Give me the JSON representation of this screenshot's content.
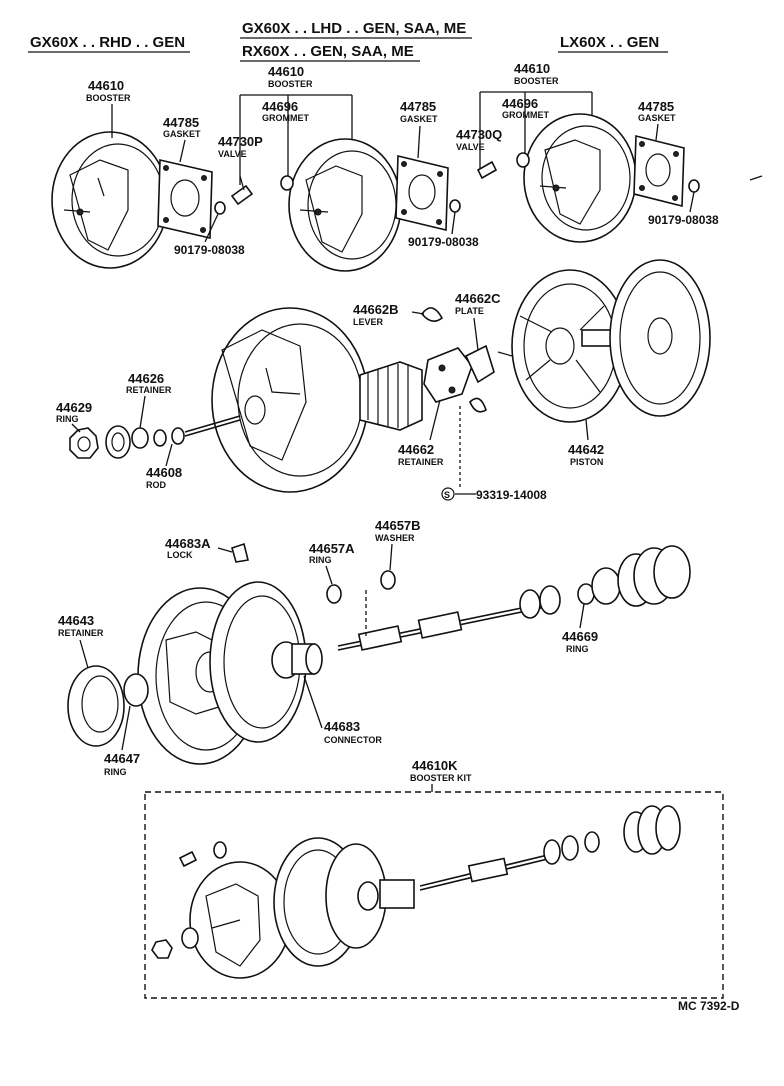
{
  "headers": {
    "rhd": "GX60X . . RHD . . GEN",
    "lhd": "GX60X . . LHD . . GEN, SAA, ME",
    "rx": "RX60X . . GEN, SAA, ME",
    "lx": "LX60X . . GEN"
  },
  "parts": [
    {
      "num": "44610",
      "name": "BOOSTER"
    },
    {
      "num": "44785",
      "name": "GASKET"
    },
    {
      "num": "44730P",
      "name": "VALVE"
    },
    {
      "num": "44610",
      "name": "BOOSTER"
    },
    {
      "num": "44696",
      "name": "GROMMET"
    },
    {
      "num": "44785",
      "name": "GASKET"
    },
    {
      "num": "44610",
      "name": "BOOSTER"
    },
    {
      "num": "44696",
      "name": "GROMMET"
    },
    {
      "num": "44730Q",
      "name": "VALVE"
    },
    {
      "num": "44785",
      "name": "GASKET"
    },
    {
      "num": "44662B",
      "name": "LEVER"
    },
    {
      "num": "44662C",
      "name": "PLATE"
    },
    {
      "num": "44629",
      "name": "RING"
    },
    {
      "num": "44626",
      "name": "RETAINER"
    },
    {
      "num": "44608",
      "name": "ROD"
    },
    {
      "num": "44662",
      "name": "RETAINER"
    },
    {
      "num": "44642",
      "name": "PISTON"
    },
    {
      "num": "44683A",
      "name": "LOCK"
    },
    {
      "num": "44657A",
      "name": "RING"
    },
    {
      "num": "44657B",
      "name": "WASHER"
    },
    {
      "num": "44643",
      "name": "RETAINER"
    },
    {
      "num": "44669",
      "name": "RING"
    },
    {
      "num": "44683",
      "name": "CONNECTOR"
    },
    {
      "num": "44647",
      "name": "RING"
    },
    {
      "num": "44610K",
      "name": "BOOSTER KIT"
    }
  ],
  "bolts": [
    "90179-08038",
    "90179-08038",
    "90179-08038"
  ],
  "screw": {
    "symbol": "S",
    "num": "93319-14008"
  },
  "drawing_code": "MC 7392-D"
}
